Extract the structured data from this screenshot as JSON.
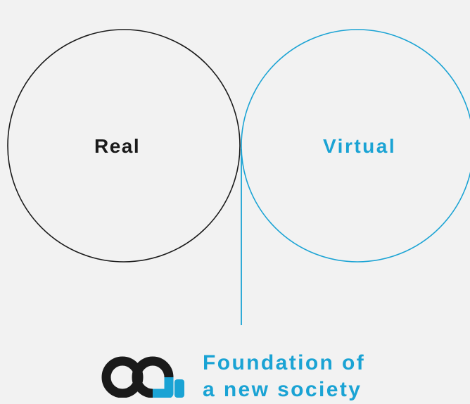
{
  "diagram": {
    "left_circle_label": "Real",
    "right_circle_label": "Virtual",
    "intersection_caption": {
      "line1": "Foundation of",
      "line2": "a new society"
    }
  },
  "colors": {
    "background": "#f2f2f2",
    "real": "#1a1a1a",
    "virtual": "#1aa3d4",
    "logo_dark": "#1a1a1a",
    "logo_accent": "#1aa3d4"
  },
  "icons": {
    "logo": "aa-logo-icon"
  }
}
